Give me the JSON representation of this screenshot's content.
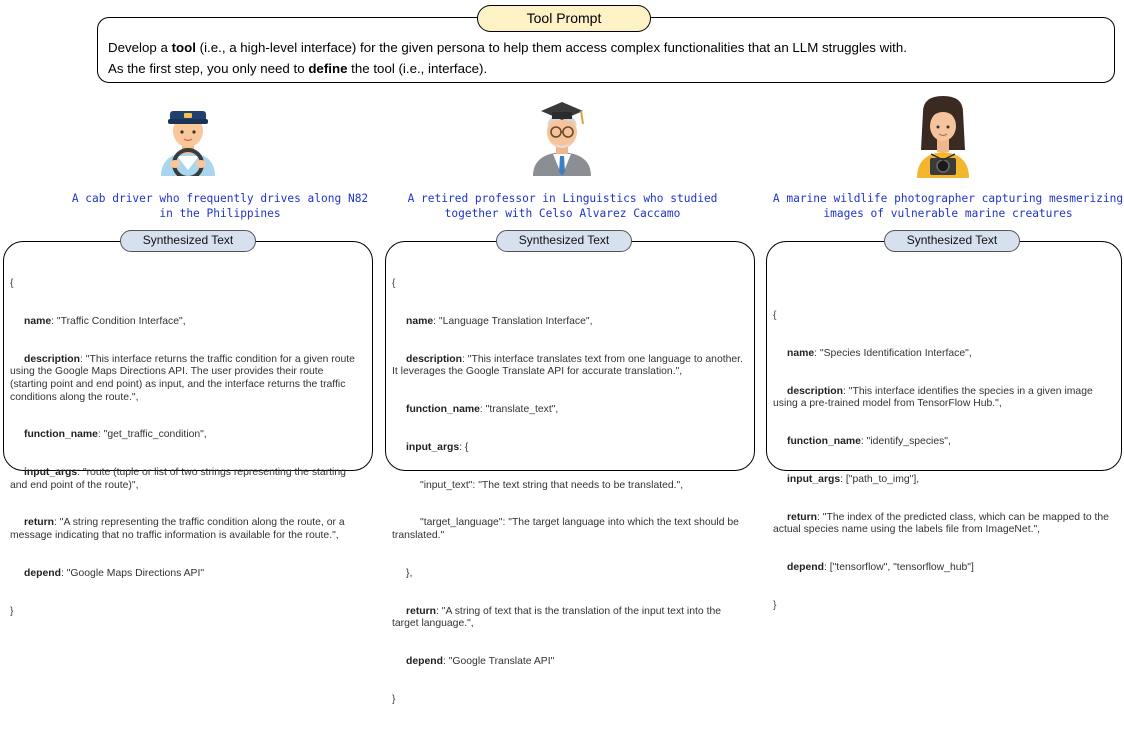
{
  "tool_prompt": {
    "tag": "Tool Prompt",
    "line1_a": "Develop a ",
    "line1_b": "tool",
    "line1_c": " (i.e., a high-level interface) for the given persona to help them access complex functionalities that an LLM struggles with.",
    "line2_a": "As the first step, you only need to ",
    "line2_b": "define",
    "line2_c": " the tool (i.e., interface)."
  },
  "synth_label": "Synthesized Text",
  "personas": [
    {
      "avatar": "cab-driver-avatar",
      "line1": "A cab driver who frequently drives along N82",
      "line2": "in the Philippines",
      "json": {
        "open": "{",
        "name_k": "name",
        "name_v": ": \"Traffic Condition Interface\",",
        "desc_k": "description",
        "desc_v": ": \"This interface returns the traffic condition for a given route using the Google Maps Directions API. The user provides their route (starting point and end point) as input, and the interface returns the traffic conditions along the route.\",",
        "fn_k": "function_name",
        "fn_v": ": \"get_traffic_condition\",",
        "args_k": "input_args",
        "args_v": ": \"route (tuple or list of two strings representing the starting and end point of the route)\",",
        "ret_k": "return",
        "ret_v": ": \"A string representing the traffic condition along the route, or a message indicating that no traffic information is available for the route.\",",
        "dep_k": "depend",
        "dep_v": ": \"Google Maps Directions API\"",
        "close": "}"
      }
    },
    {
      "avatar": "professor-avatar",
      "line1": "A retired professor in Linguistics who studied",
      "line2": "together with Celso Alvarez Caccamo",
      "json": {
        "open": "{",
        "name_k": "name",
        "name_v": ": \"Language Translation Interface\",",
        "desc_k": "description",
        "desc_v": ": \"This interface translates text from one language to another. It leverages the Google Translate API for accurate translation.\",",
        "fn_k": "function_name",
        "fn_v": ": \"translate_text\",",
        "args_k": "input_args",
        "args_v": ": {",
        "arg1": "\"input_text\": \"The text string that needs to be translated.\",",
        "arg2": "\"target_language\": \"The target language into which the text should be translated.\"",
        "args_close": "},",
        "ret_k": "return",
        "ret_v": ": \"A string of text that is the translation of the input text into the target language.\",",
        "dep_k": "depend",
        "dep_v": ": \"Google Translate API\"",
        "close": "}"
      }
    },
    {
      "avatar": "photographer-avatar",
      "line1": "A marine wildlife photographer capturing mesmerizing",
      "line2": "images of vulnerable marine creatures",
      "json": {
        "open": "{",
        "name_k": "name",
        "name_v": ": \"Species Identification Interface\",",
        "desc_k": "description",
        "desc_v": ": \"This interface identifies the species in a given image using a pre-trained model from TensorFlow Hub.\",",
        "fn_k": "function_name",
        "fn_v": ": \"identify_species\",",
        "args_k": "input_args",
        "args_v": ": [\"path_to_img\"],",
        "ret_k": "return",
        "ret_v": ": \"The index of the predicted class, which can be mapped to the actual species name using the labels file from ImageNet.\",",
        "dep_k": "depend",
        "dep_v": ": [\"tensorflow\", \"tensorflow_hub\"]",
        "close": "}"
      }
    }
  ],
  "colors": {
    "persona_text": "#1f35c9",
    "prompt_tag_fill": "#fdf2c6",
    "synth_tag_fill": "#d6e0ee"
  }
}
